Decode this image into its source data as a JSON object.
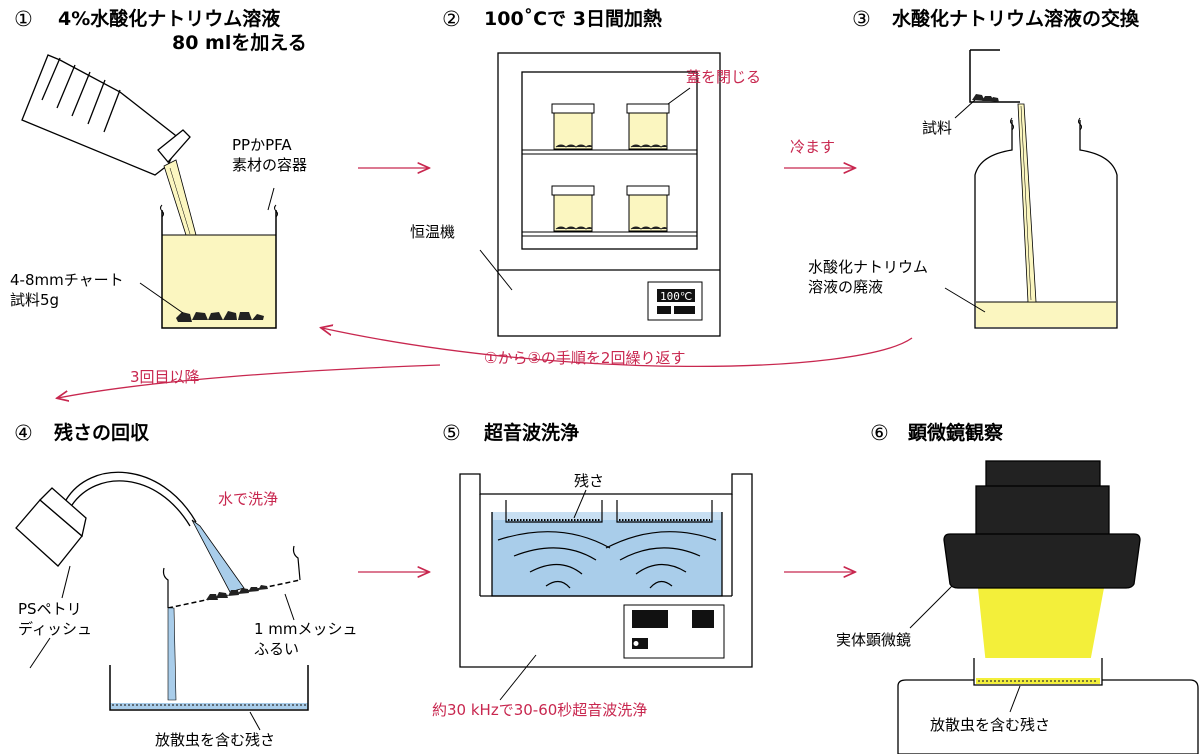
{
  "steps": [
    {
      "num": "①",
      "title_line1": "4%水酸化ナトリウム溶液",
      "title_line2": "80 mlを加える"
    },
    {
      "num": "②",
      "title": "100˚Cで 3日間加熱"
    },
    {
      "num": "③",
      "title": "水酸化ナトリウム溶液の交換"
    },
    {
      "num": "④",
      "title": "残さの回収"
    },
    {
      "num": "⑤",
      "title": "超音波洗浄"
    },
    {
      "num": "⑥",
      "title": "顕微鏡観察"
    }
  ],
  "labels": {
    "container_line1": "PPかPFA",
    "container_line2": "素材の容器",
    "sample_line1": "4-8mmチャート",
    "sample_line2": "試料5g",
    "close_lid": "蓋を閉じる",
    "incubator": "恒温機",
    "display": "100℃",
    "cool": "冷ます",
    "sample": "試料",
    "waste_line1": "水酸化ナトリウム",
    "waste_line2": "溶液の廃液",
    "repeat": "①から③の手順を2回繰り返す",
    "after_third": "3回目以降",
    "wash": "水で洗浄",
    "dish_line1": "PSペトリ",
    "dish_line2": "ディッシュ",
    "sieve_line1": "1 mmメッシュ",
    "sieve_line2": "ふるい",
    "residue_collect": "放散虫を含む残さ",
    "residue": "残さ",
    "ultrasonic": "約30 kHzで30-60秒超音波洗浄",
    "microscope": "実体顕微鏡",
    "residue_micro": "放散虫を含む残さ"
  },
  "colors": {
    "accent": "#c8274f",
    "solution": "#fbf6c0",
    "water": "#a9cdea",
    "light": "#f3ef3a"
  }
}
